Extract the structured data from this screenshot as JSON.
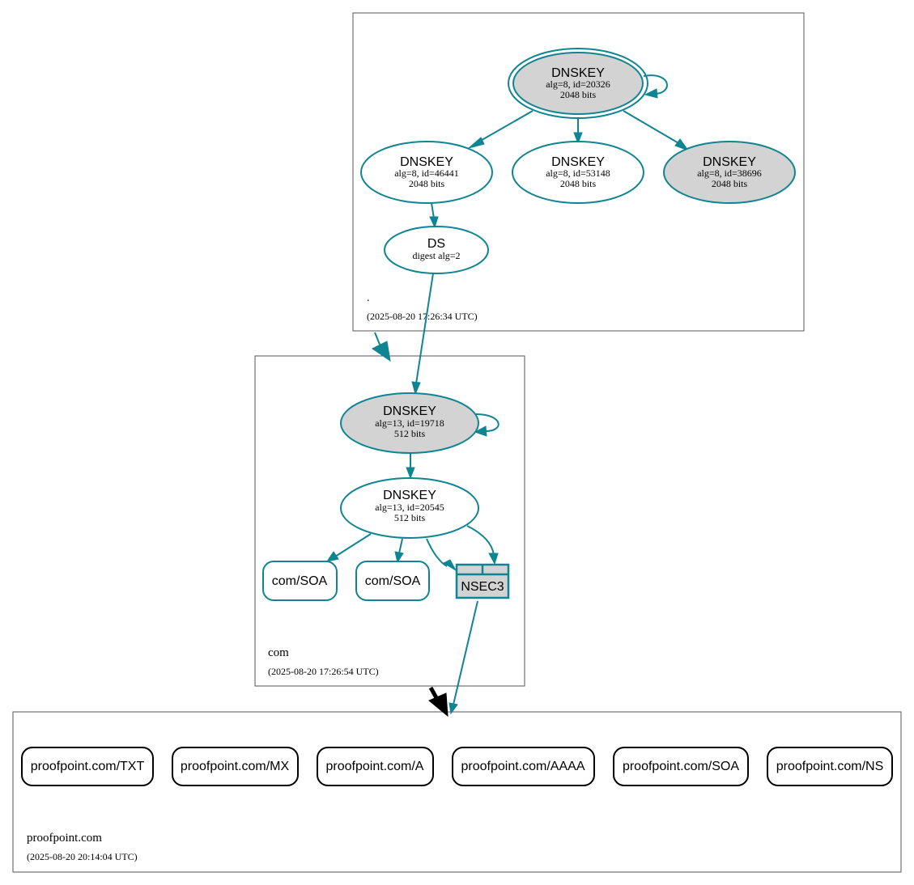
{
  "colors": {
    "edge": "#0f8492",
    "secure_entry_fill": "#d3d3d3",
    "plain_fill": "#ffffff",
    "delegation_insecure": "#000000"
  },
  "zones": {
    "root": {
      "name": ".",
      "timestamp": "(2025-08-20 17:26:34 UTC)"
    },
    "com": {
      "name": "com",
      "timestamp": "(2025-08-20 17:26:54 UTC)"
    },
    "proofpoint": {
      "name": "proofpoint.com",
      "timestamp": "(2025-08-20 20:14:04 UTC)"
    }
  },
  "nodes": {
    "root_ksk": {
      "title": "DNSKEY",
      "line1": "alg=8, id=20326",
      "line2": "2048 bits"
    },
    "root_zsk1": {
      "title": "DNSKEY",
      "line1": "alg=8, id=46441",
      "line2": "2048 bits"
    },
    "root_zsk2": {
      "title": "DNSKEY",
      "line1": "alg=8, id=53148",
      "line2": "2048 bits"
    },
    "root_key3": {
      "title": "DNSKEY",
      "line1": "alg=8, id=38696",
      "line2": "2048 bits"
    },
    "com_ds": {
      "title": "DS",
      "line1": "digest alg=2"
    },
    "com_ksk": {
      "title": "DNSKEY",
      "line1": "alg=13, id=19718",
      "line2": "512 bits"
    },
    "com_zsk": {
      "title": "DNSKEY",
      "line1": "alg=13, id=20545",
      "line2": "512 bits"
    },
    "com_soa1": {
      "label": "com/SOA"
    },
    "com_soa2": {
      "label": "com/SOA"
    },
    "nsec3": {
      "label": "NSEC3"
    }
  },
  "records": [
    {
      "label": "proofpoint.com/TXT"
    },
    {
      "label": "proofpoint.com/MX"
    },
    {
      "label": "proofpoint.com/A"
    },
    {
      "label": "proofpoint.com/AAAA"
    },
    {
      "label": "proofpoint.com/SOA"
    },
    {
      "label": "proofpoint.com/NS"
    }
  ]
}
